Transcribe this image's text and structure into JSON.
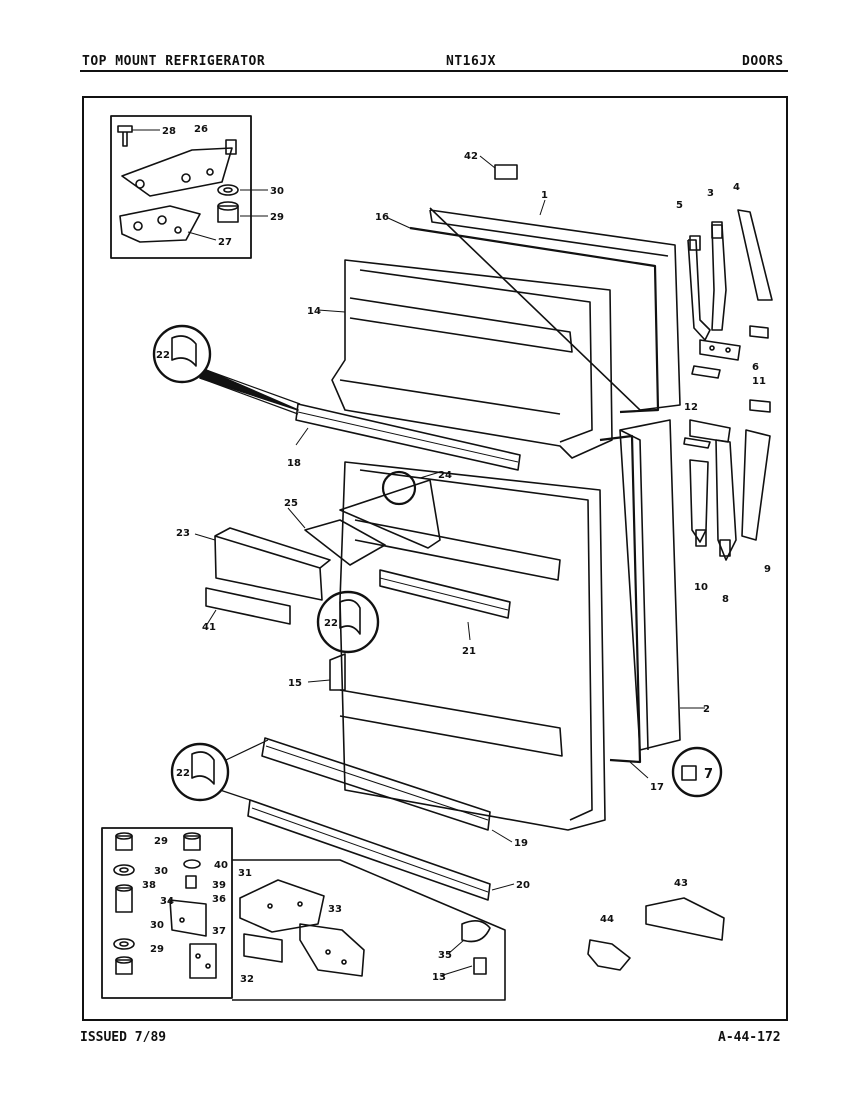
{
  "header": {
    "left_title": "TOP MOUNT REFRIGERATOR",
    "model": "NT16JX",
    "section": "DOORS"
  },
  "footer": {
    "issued": "ISSUED 7/89",
    "diagram_number": "A-44-172"
  },
  "parts": {
    "p1": "1",
    "p2": "2",
    "p3": "3",
    "p4": "4",
    "p5": "5",
    "p6": "6",
    "p7": "7",
    "p8": "8",
    "p9": "9",
    "p10": "10",
    "p11": "11",
    "p12": "12",
    "p13": "13",
    "p14": "14",
    "p15": "15",
    "p16": "16",
    "p17": "17",
    "p18": "18",
    "p19": "19",
    "p20": "20",
    "p21": "21",
    "p22a": "22",
    "p22b": "22",
    "p22c": "22",
    "p23": "23",
    "p24": "24",
    "p25": "25",
    "p26": "26",
    "p27": "27",
    "p28": "28",
    "p29a": "29",
    "p29b": "29",
    "p29c": "29",
    "p30a": "30",
    "p30b": "30",
    "p30c": "30",
    "p31": "31",
    "p32": "32",
    "p33": "33",
    "p34": "34",
    "p35": "35",
    "p36": "36",
    "p37": "37",
    "p38": "38",
    "p39": "39",
    "p40": "40",
    "p41": "41",
    "p42": "42",
    "p43": "43",
    "p44": "44"
  }
}
